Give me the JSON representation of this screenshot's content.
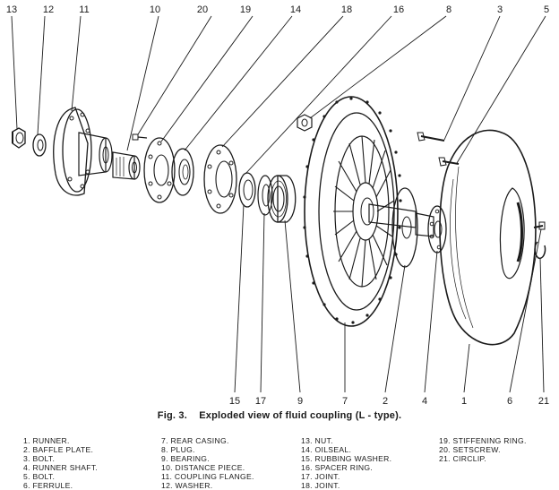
{
  "figure": {
    "number": "Fig. 3.",
    "title": "Exploded view of fluid coupling (L - type)."
  },
  "callouts": {
    "c13": "13",
    "c12": "12",
    "c11": "11",
    "c10": "10",
    "c20": "20",
    "c19": "19",
    "c14": "14",
    "c18": "18",
    "c16": "16",
    "c8": "8",
    "c3": "3",
    "c5": "5",
    "c15": "15",
    "c17": "17",
    "c9": "9",
    "c7": "7",
    "c2": "2",
    "c4": "4",
    "c1": "1",
    "c6": "6",
    "c21": "21"
  },
  "legend": {
    "col1": [
      "1.  RUNNER.",
      "2.  BAFFLE PLATE.",
      "3.  BOLT.",
      "4.  RUNNER SHAFT.",
      "5.  BOLT.",
      "6.  FERRULE."
    ],
    "col2": [
      "7.  REAR CASING.",
      "8.  PLUG.",
      "9.  BEARING.",
      "10. DISTANCE PIECE.",
      "11. COUPLING FLANGE.",
      "12. WASHER."
    ],
    "col3": [
      "13. NUT.",
      "14. OILSEAL.",
      "15. RUBBING WASHER.",
      "16. SPACER RING.",
      "17. JOINT.",
      "18. JOINT."
    ],
    "col4": [
      "19. STIFFENING RING.",
      "20. SETSCREW.",
      "21. CIRCLIP."
    ]
  },
  "colors": {
    "ink": "#1a1a1a",
    "paper": "#ffffff"
  }
}
